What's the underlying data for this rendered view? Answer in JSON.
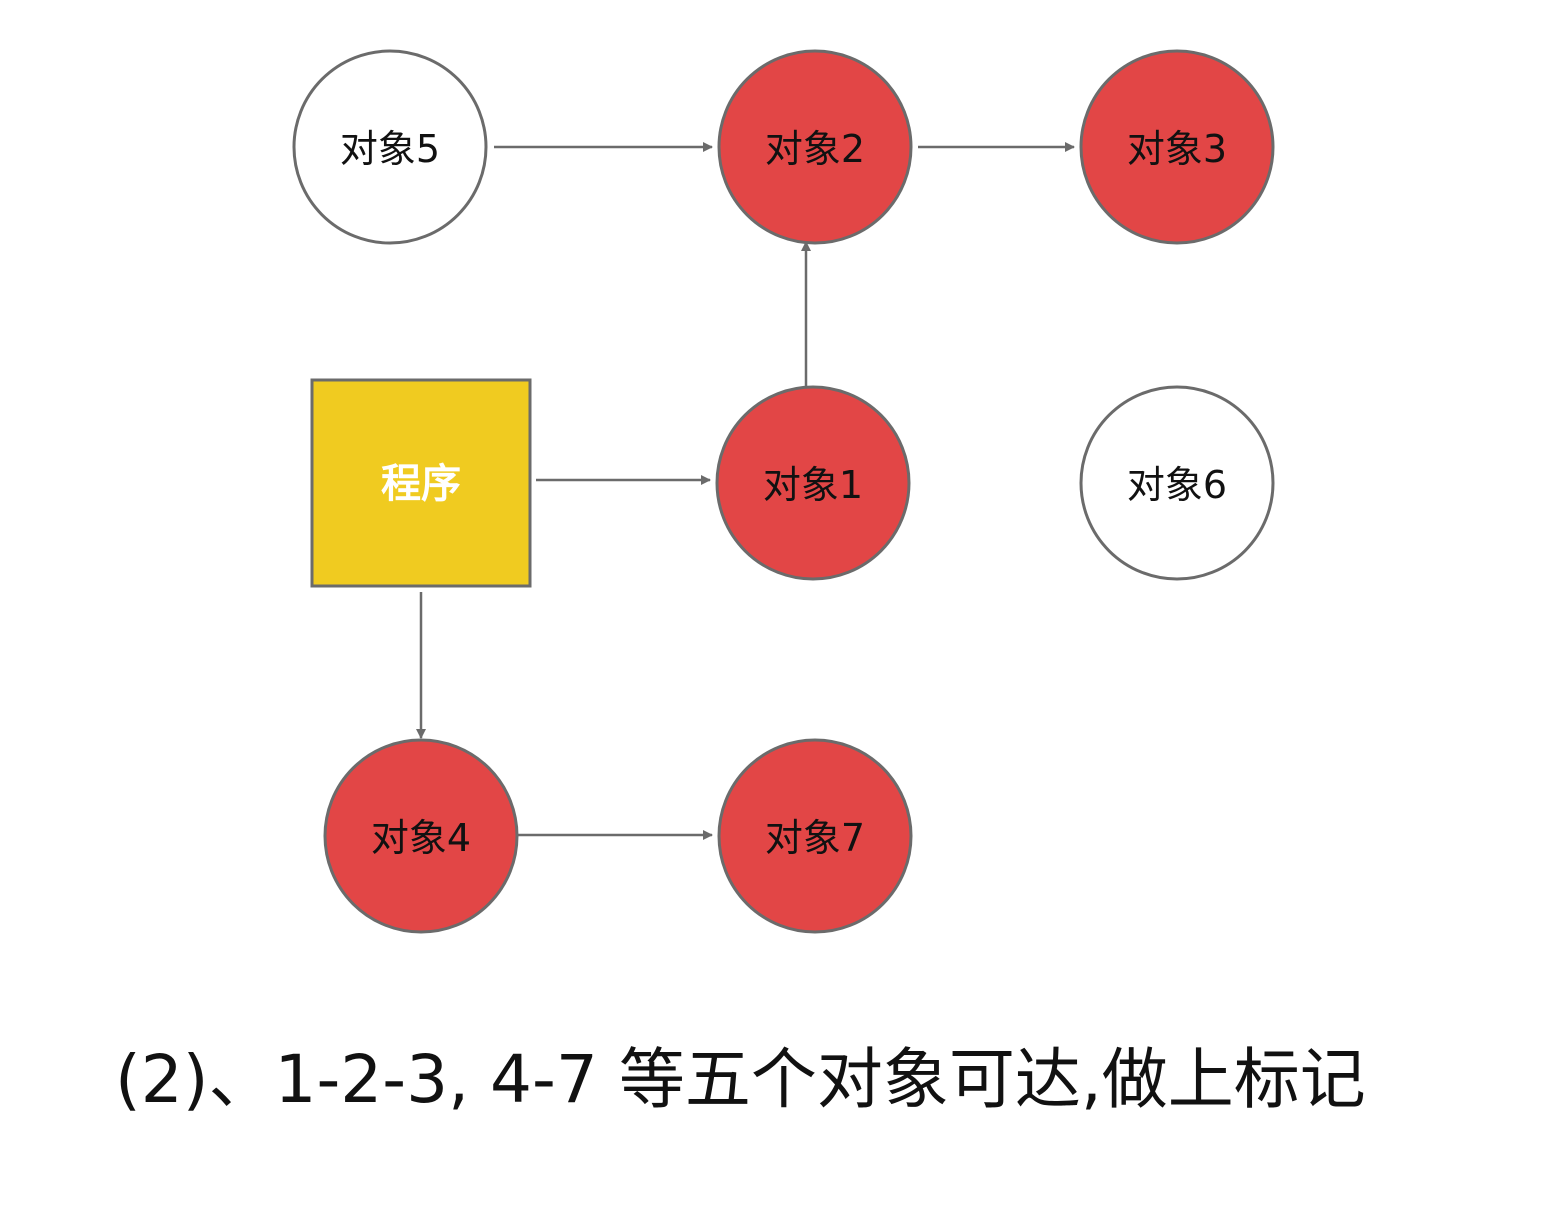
{
  "colors": {
    "marked": "#e24646",
    "unmarked": "#ffffff",
    "root": "#f0cb20",
    "stroke": "#6b6b6b",
    "root_text": "#ffffff"
  },
  "nodes": [
    {
      "id": "obj5",
      "label": "对象5",
      "marked": false
    },
    {
      "id": "obj2",
      "label": "对象2",
      "marked": true
    },
    {
      "id": "obj3",
      "label": "对象3",
      "marked": true
    },
    {
      "id": "obj1",
      "label": "对象1",
      "marked": true
    },
    {
      "id": "obj6",
      "label": "对象6",
      "marked": false
    },
    {
      "id": "obj4",
      "label": "对象4",
      "marked": true
    },
    {
      "id": "obj7",
      "label": "对象7",
      "marked": true
    }
  ],
  "root": {
    "id": "program",
    "label": "程序"
  },
  "edges": [
    {
      "from": "obj5",
      "to": "obj2"
    },
    {
      "from": "obj2",
      "to": "obj3"
    },
    {
      "from": "obj1",
      "to": "obj2"
    },
    {
      "from": "program",
      "to": "obj1"
    },
    {
      "from": "program",
      "to": "obj4"
    },
    {
      "from": "obj4",
      "to": "obj7"
    }
  ],
  "caption": "(2)、1-2-3, 4-7 等五个对象可达,做上标记"
}
